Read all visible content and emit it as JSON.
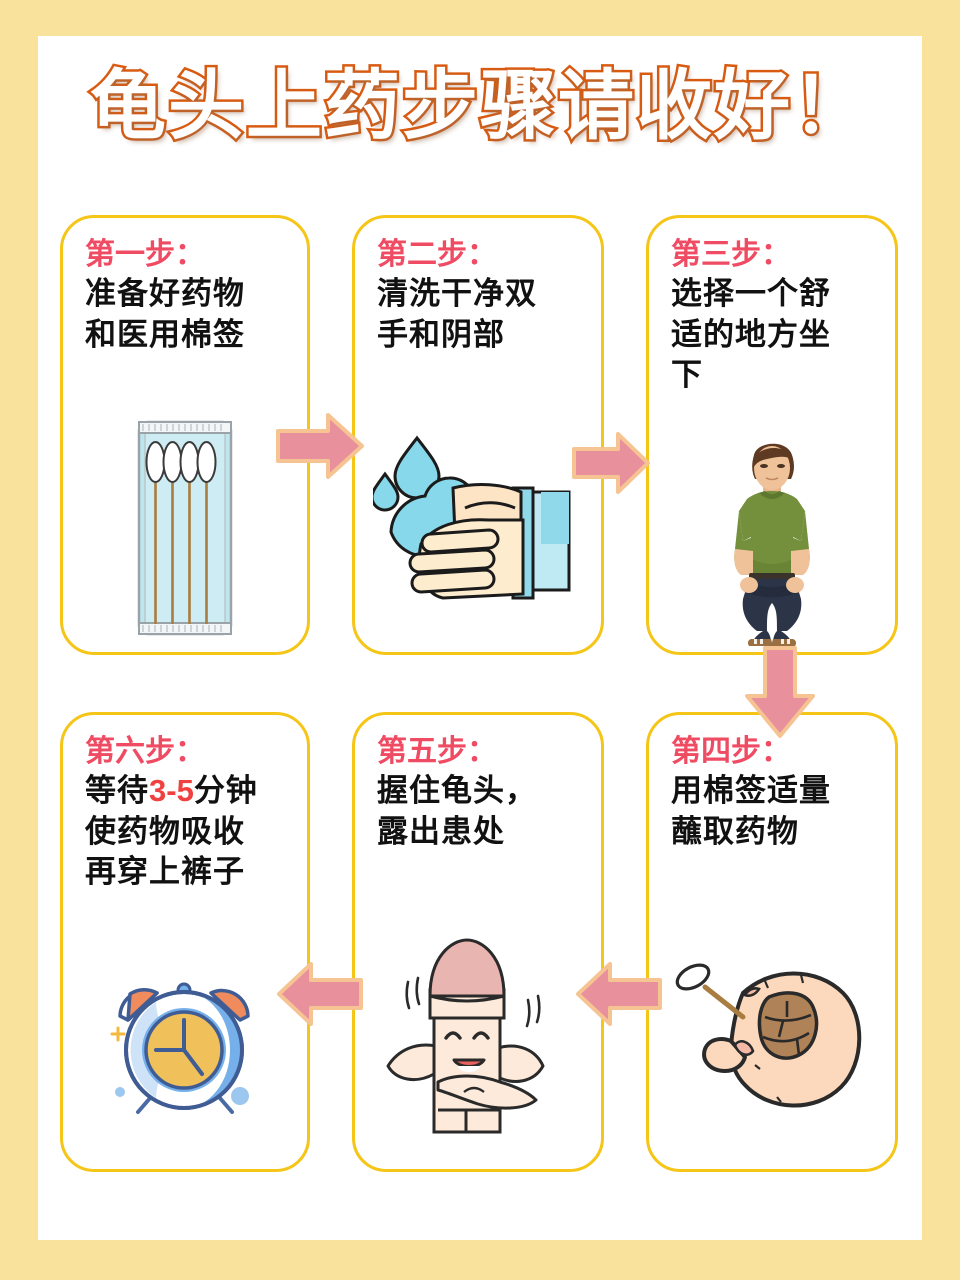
{
  "poster": {
    "title": "龟头上药步骤请收好！",
    "background_color": "#f9e29b",
    "panel_color": "#ffffff",
    "card_border_color": "#f5c518",
    "step_label_color": "#ef4b63",
    "arrow_color": "#e8909c",
    "arrow_outline_color": "#f5c08a",
    "title_fill_color": "#ffffff",
    "title_stroke_color": "#d95b11"
  },
  "steps": [
    {
      "id": "step-1",
      "label": "第一步：",
      "lines": [
        "准备好药物",
        "和医用棉签"
      ],
      "illustration": "cotton-swab-pack-icon"
    },
    {
      "id": "step-2",
      "label": "第二步：",
      "lines": [
        "清洗干净双",
        "手和阴部"
      ],
      "illustration": "hand-washing-icon"
    },
    {
      "id": "step-3",
      "label": "第三步：",
      "lines": [
        "选择一个舒",
        "适的地方坐",
        "下"
      ],
      "illustration": "seated-man-icon"
    },
    {
      "id": "step-4",
      "label": "第四步：",
      "lines": [
        "用棉签适量",
        "蘸取药物"
      ],
      "illustration": "hand-with-swab-icon"
    },
    {
      "id": "step-5",
      "label": "第五步：",
      "lines": [
        "握住龟头，",
        "露出患处"
      ],
      "illustration": "cartoon-glans-icon"
    },
    {
      "id": "step-6",
      "label": "第六步：",
      "line1_a": "等待",
      "line1_highlight": "3-5",
      "line1_b": "分钟",
      "lines": [
        "使药物吸收",
        "再穿上裤子"
      ],
      "illustration": "alarm-clock-icon"
    }
  ],
  "arrows": [
    {
      "name": "arrow-step1-to-step2",
      "direction": "right"
    },
    {
      "name": "arrow-step2-to-step3",
      "direction": "right"
    },
    {
      "name": "arrow-step3-to-step4",
      "direction": "down"
    },
    {
      "name": "arrow-step4-to-step5",
      "direction": "left"
    },
    {
      "name": "arrow-step5-to-step6",
      "direction": "left"
    }
  ]
}
